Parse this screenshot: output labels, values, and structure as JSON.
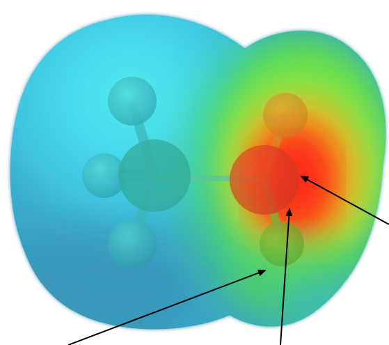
{
  "figure": {
    "subject": "electrostatic-potential-surface",
    "colors": {
      "background": "#ffffff",
      "negative_region": "#e8231a",
      "intermediate_region": "#4fd94a",
      "neutral_region": "#3fb7e2",
      "outer_edge": "#3e9ab1",
      "arrow": "#000000"
    },
    "atoms": [
      {
        "name": "carbon-atom",
        "role": "central"
      },
      {
        "name": "hydrogen-atom-top",
        "role": "substituent"
      },
      {
        "name": "hydrogen-atom-left",
        "role": "substituent"
      },
      {
        "name": "hydrogen-atom-bottom",
        "role": "substituent"
      },
      {
        "name": "heteroatom",
        "role": "central"
      },
      {
        "name": "hydrogen-atom-upper-right",
        "role": "substituent"
      },
      {
        "name": "hydrogen-atom-lower-right",
        "role": "substituent"
      }
    ],
    "arrows": [
      {
        "name": "arrow-to-red-region"
      },
      {
        "name": "arrow-to-heteroatom-bottom"
      },
      {
        "name": "arrow-to-lower-hydrogen"
      }
    ]
  }
}
